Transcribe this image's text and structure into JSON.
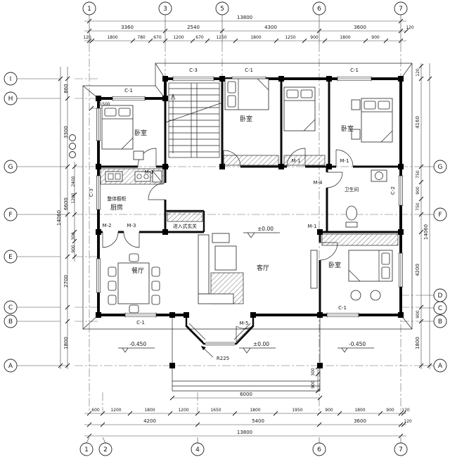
{
  "axes": {
    "top": [
      "1",
      "3",
      "5",
      "6",
      "7"
    ],
    "bottom": [
      "1",
      "2",
      "4",
      "6",
      "7"
    ],
    "left": [
      "I",
      "H",
      "G",
      "F",
      "E",
      "C",
      "B",
      "A"
    ],
    "right": [
      "G",
      "F",
      "D",
      "C",
      "B",
      "A"
    ]
  },
  "dims": {
    "top_total": "13800",
    "top_row2": [
      "3360",
      "2540",
      "4300",
      "3600",
      "120"
    ],
    "top_row3": [
      "120",
      "1800",
      "780",
      "670",
      "1200",
      "670",
      "1250",
      "1800",
      "1250",
      "900",
      "1800",
      "900"
    ],
    "left_total": "14060",
    "left_col": [
      "860",
      "3300",
      "6600",
      "2700",
      "1800"
    ],
    "left_inner": [
      "2400",
      "1200",
      "300",
      "900"
    ],
    "interior_1500": "1500",
    "right_col": [
      "120",
      "4160",
      "750",
      "900",
      "750",
      "4200",
      "900",
      "1800"
    ],
    "right_total": "14060",
    "porch_width": "6000",
    "porch_side": [
      "300",
      "900"
    ],
    "bottom_row1": [
      "600",
      "1200",
      "1800",
      "1200",
      "1650",
      "1800",
      "1950",
      "900",
      "1800",
      "900",
      "120"
    ],
    "bottom_row2": [
      "4200",
      "5400",
      "3600",
      "120"
    ],
    "bottom_total": "13800"
  },
  "rooms": {
    "bedroom_tl": "卧室",
    "bedroom_tm": "卧室",
    "bedroom_tr": "卧室",
    "bedroom_br": "卧室",
    "kitchen": "厨房",
    "kitchen_cabinet": "整体橱柜",
    "dining": "餐厅",
    "living": "客厅",
    "bathroom": "卫生间",
    "entry_closet": "进入式玄关"
  },
  "openings": {
    "c1_a": "C-1",
    "c1_b": "C-1",
    "c1_c": "C-1",
    "c1_d": "C-1",
    "c1_e": "C-1",
    "c2": "C-2",
    "c3_a": "C-3",
    "c3_b": "C-3",
    "m1_a": "M-1",
    "m1_b": "M-1",
    "m1_c": "M-1",
    "m1_d": "M-1",
    "m2": "M-2",
    "m3": "M-3",
    "m4": "M-4",
    "m5": "M-5"
  },
  "levels": {
    "zero_main": "±0.00",
    "zero_porch": "±0.00",
    "minus_left": "-0.450",
    "minus_right": "-0.450"
  },
  "annotations": {
    "radius": "R225"
  }
}
